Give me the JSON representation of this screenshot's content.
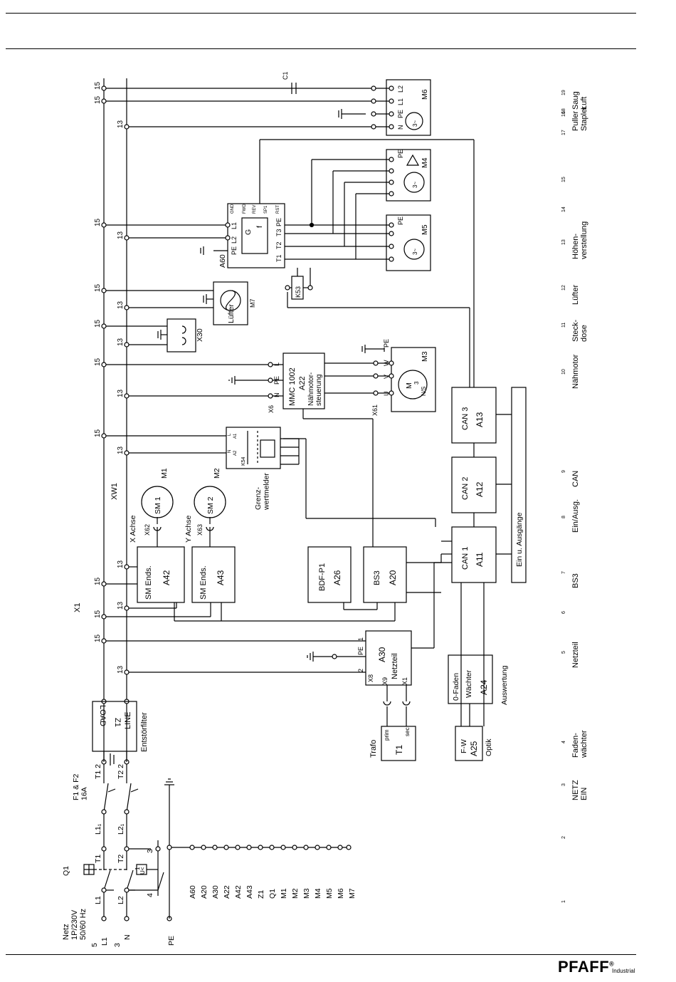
{
  "brand": {
    "name": "PFAFF",
    "registered": "®",
    "subtitle": "Industrial"
  },
  "columns": [
    {
      "n": "1",
      "label": ""
    },
    {
      "n": "2",
      "label": ""
    },
    {
      "n": "3",
      "label": "NETZ\nEIN"
    },
    {
      "n": "4",
      "label": "Faden-\nwächter"
    },
    {
      "n": "5",
      "label": "Netzteil"
    },
    {
      "n": "6",
      "label": ""
    },
    {
      "n": "7",
      "label": "BS3"
    },
    {
      "n": "8",
      "label": "Ein/Ausg."
    },
    {
      "n": "9",
      "label": "CAN"
    },
    {
      "n": "10",
      "label": "Nähmotor"
    },
    {
      "n": "11",
      "label": "Steck-\ndose"
    },
    {
      "n": "12",
      "label": "Lüfter"
    },
    {
      "n": "13",
      "label": "Höhen-\nverstellung"
    },
    {
      "n": "14",
      "label": ""
    },
    {
      "n": "15",
      "label": ""
    },
    {
      "n": "16",
      "label": "Puller\nStapler"
    },
    {
      "n": "17",
      "label": ""
    },
    {
      "n": "18",
      "label": ""
    },
    {
      "n": "19",
      "label": "Saug\nLuft"
    }
  ],
  "mains": {
    "title": "Netz\n1P/230V\n50/60 Hz",
    "l1": "L1",
    "n": "N",
    "pe": "PE",
    "n5": "5",
    "n3": "3",
    "switch": "Q1",
    "fuse": "F1 & F2\n16A",
    "l1_1": "L1₁",
    "l2_1": "L2₁",
    "t1": "T1",
    "t2": "T2",
    "t1_2": "T1 2",
    "t2_2": "T2 2",
    "l1b": "L1",
    "l2b": "L2",
    "pin1": "1",
    "pin3": "3",
    "pin4": "4",
    "uminus": "U<"
  },
  "filter": {
    "name": "Z1",
    "load": "LOAD",
    "line": "LINE",
    "label": "Entstörfilter"
  },
  "pe_list": [
    "A60",
    "A20",
    "A30",
    "A22",
    "A42",
    "A43",
    "Z1",
    "Q1",
    "M1",
    "M2",
    "M3",
    "M4",
    "M5",
    "M6",
    "M7"
  ],
  "bus": {
    "x1": "X1",
    "xw1": "XW1",
    "n15": "15",
    "n13": "13"
  },
  "modules": {
    "a42": {
      "title": "SM Ends.",
      "id": "A42",
      "conn": "X62",
      "axis": "X Achse"
    },
    "a43": {
      "title": "SM Ends.",
      "id": "A43",
      "conn": "X63",
      "axis": "Y Achse"
    },
    "m1": {
      "sm": "SM 1",
      "id": "M1"
    },
    "m2": {
      "sm": "SM 2",
      "id": "M2"
    },
    "a26": {
      "title": "BDF-P1",
      "id": "A26"
    },
    "a20": {
      "title": "BS3",
      "id": "A20"
    },
    "a30": {
      "id": "A30",
      "name": "Netzteil",
      "pe": "PE",
      "p1": "1",
      "p2": "2",
      "x8": "X8",
      "x9": "X9",
      "x1": "X1"
    },
    "t1": {
      "id": "T1",
      "prim": "prim",
      "sec": "sec",
      "label": "Trafo"
    },
    "a24": {
      "l1": "0-Faden",
      "l2": "Wächter",
      "id": "A24",
      "label": "Auswertung"
    },
    "a25": {
      "l1": "F-W",
      "id": "A25",
      "label": "Optik"
    },
    "a11": {
      "title": "CAN 1",
      "id": "A11"
    },
    "a12": {
      "title": "CAN 2",
      "id": "A12"
    },
    "a13": {
      "title": "CAN 3",
      "id": "A13"
    },
    "io": {
      "label": "Ein u. Ausgänge"
    },
    "k54": {
      "id": "K54",
      "label": "Grenz-\nwertmelder",
      "a1": "A1",
      "a2": "A2",
      "n": "N",
      "l": "L"
    },
    "a22": {
      "title": "MMC 1002",
      "id": "A22",
      "name": "Nähmotor-\nsteuerung",
      "l": "L",
      "pe": "PE",
      "n": "N",
      "x6": "X6",
      "x61": "X61"
    },
    "m3": {
      "id": "M3",
      "m": "M",
      "three": "3",
      "ns": "N/S",
      "u": "U",
      "v": "V",
      "w": "W",
      "pe": "PE"
    },
    "x30": {
      "id": "X30"
    },
    "m7": {
      "name": "Lüfter",
      "id": "M7"
    },
    "a60": {
      "id": "A60",
      "gnd": "GND",
      "fwd": "FWD",
      "rev": "REV",
      "sp1": "SP1",
      "rst": "RST",
      "l1": "L1",
      "l2": "L2",
      "pe": "PE",
      "t1": "T1",
      "t2": "T2",
      "t3": "T3",
      "pe2": "PE",
      "g": "G",
      "f": "f"
    },
    "k53": {
      "id": "K53"
    },
    "m4": {
      "id": "M4",
      "pe": "PE",
      "three": "3~"
    },
    "m5": {
      "id": "M5",
      "pe": "PE",
      "three": "3~"
    },
    "m6": {
      "id": "M6",
      "l1": "L1",
      "l2": "L2",
      "pe": "PE",
      "n": "N",
      "three": "3~"
    },
    "c1": {
      "id": "C1"
    }
  }
}
